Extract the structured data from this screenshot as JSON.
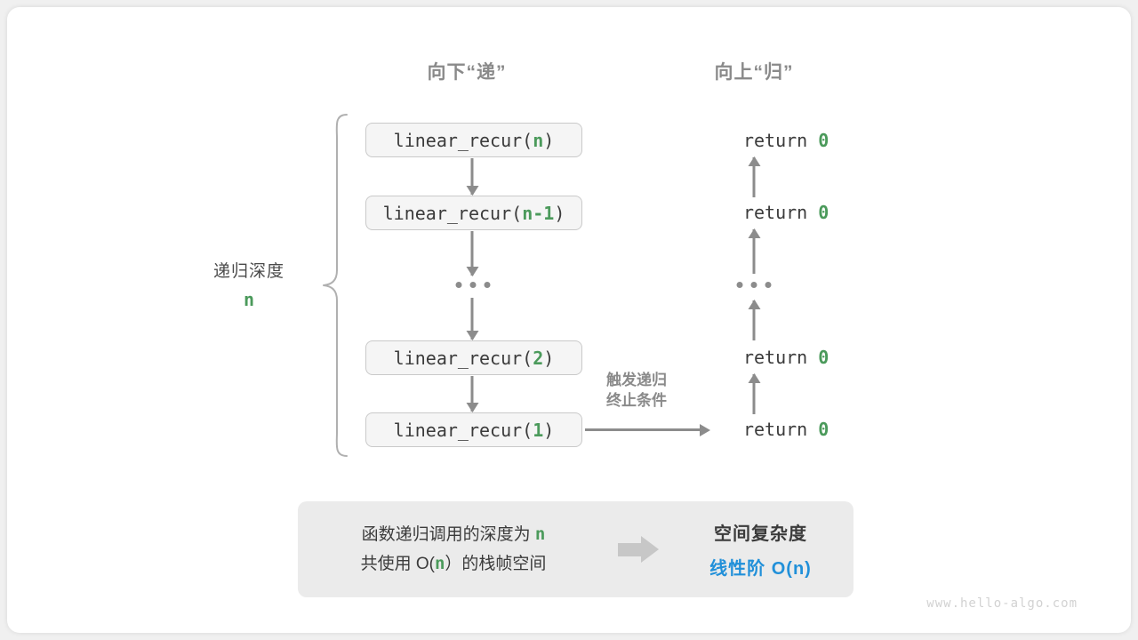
{
  "headings": {
    "down": "向下“递”",
    "up": "向上“归”"
  },
  "depth": {
    "label": "递归深度",
    "value": "n"
  },
  "calls": [
    {
      "prefix": "linear_recur(",
      "arg": "n",
      "suffix": ")"
    },
    {
      "prefix": "linear_recur(",
      "arg": "n-1",
      "suffix": ")"
    },
    {
      "prefix": "linear_recur(",
      "arg": "2",
      "suffix": ")"
    },
    {
      "prefix": "linear_recur(",
      "arg": "1",
      "suffix": ")"
    }
  ],
  "returns": [
    {
      "text": "return ",
      "value": "0"
    },
    {
      "text": "return ",
      "value": "0"
    },
    {
      "text": "return ",
      "value": "0"
    },
    {
      "text": "return ",
      "value": "0"
    }
  ],
  "ellipsis": "...",
  "trigger_note": {
    "line1": "触发递归",
    "line2": "终止条件"
  },
  "summary": {
    "left_line1_a": "函数递归调用的深度为 ",
    "left_line1_b": "n",
    "left_line2_a": "共使用 O(",
    "left_line2_b": "n",
    "left_line2_c": "）的栈帧空间",
    "arrow": "block-arrow-right",
    "right_title": "空间复杂度",
    "right_value": "线性阶 O(n)"
  },
  "watermark": "www.hello-algo.com",
  "colors": {
    "accent_green": "#4b9a5b",
    "accent_blue": "#2190d9",
    "line_gray": "#8c8c8c",
    "box_fill": "#f5f5f5",
    "panel_fill": "#ebebeb"
  }
}
